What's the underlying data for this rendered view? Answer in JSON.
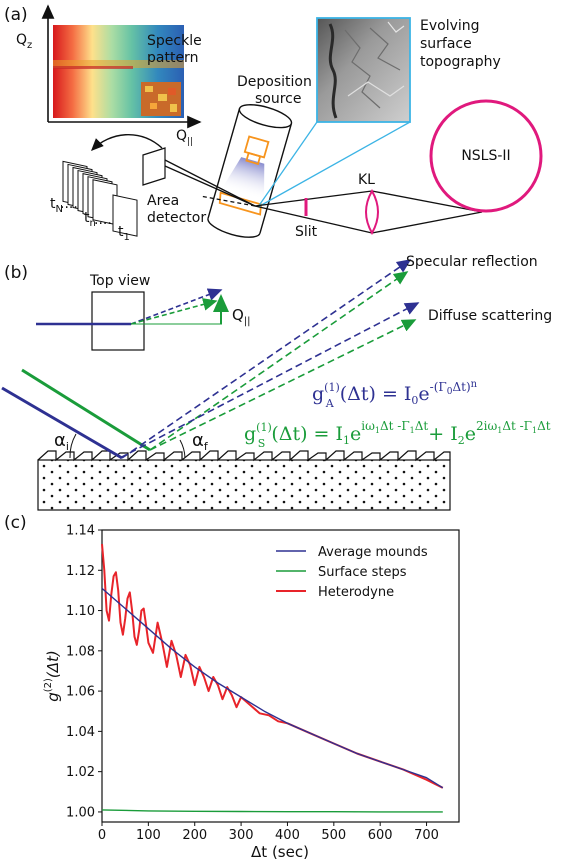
{
  "panel_a": {
    "label": "(a)",
    "axis_q_z": "Q",
    "axis_q_z_sub": "z",
    "axis_q_par": "Q",
    "axis_q_par_sub": "||",
    "speckle_line1": "Speckle",
    "speckle_line2": "pattern",
    "evolving_line1": "Evolving",
    "evolving_line2": "surface",
    "evolving_line3": "topography",
    "deposition_line1": "Deposition",
    "deposition_line2": "source",
    "area_line1": "Area",
    "area_line2": "detector",
    "t_n": "t",
    "t_n_sub": "N",
    "t_mid": "t",
    "t_mid_sub": "n",
    "t_1": "t",
    "t_1_sub": "1",
    "kl": "KL",
    "slit": "Slit",
    "nsls": "NSLS-II"
  },
  "panel_b": {
    "label": "(b)",
    "top_view": "Top view",
    "q_par": "Q",
    "q_par_sub": "||",
    "specular": "Specular reflection",
    "diffuse": "Diffuse scattering",
    "alpha_i": "α",
    "alpha_i_sub": "i",
    "alpha_f": "α",
    "alpha_f_sub": "f",
    "eq_a_lhs": "g",
    "eq_a_sup": "(1)",
    "eq_a_sub": "A",
    "eq_a_arg": "(Δt) = I",
    "eq_a_i0_sub": "0",
    "eq_a_e": "e",
    "eq_a_exp": "-(Γ",
    "eq_a_exp_sub": "0",
    "eq_a_exp2": "Δt)",
    "eq_a_exp_n": "n",
    "eq_s_lhs": "g",
    "eq_s_sup": "(1)",
    "eq_s_sub": "S",
    "eq_s_arg": "(Δt) = I",
    "eq_s_i1_sub": "1",
    "eq_s_e1": "e",
    "eq_s_exp1": "iω",
    "eq_s_exp1_sub": "1",
    "eq_s_exp1b": "Δt -Γ",
    "eq_s_exp1b_sub": "1",
    "eq_s_exp1c": "Δt",
    "eq_s_plus": "+ I",
    "eq_s_i2_sub": "2",
    "eq_s_e2": "e",
    "eq_s_exp2": "2iω",
    "eq_s_exp2_sub": "1",
    "eq_s_exp2b": "Δt -Γ",
    "eq_s_exp2b_sub": "1",
    "eq_s_exp2c": "Δt"
  },
  "panel_c": {
    "label": "(c)"
  },
  "colors": {
    "blue": "#2e3192",
    "green": "#1a9c3a",
    "red": "#e8242a",
    "magenta": "#e0197d",
    "orange": "#f7941d",
    "cyan": "#3cb4e5"
  },
  "chart_data": {
    "type": "line",
    "title": "",
    "xlabel": "Δt (sec)",
    "ylabel": "g",
    "ylabel_sup": "(2)",
    "ylabel_arg": "(Δt)",
    "xlim": [
      0,
      770
    ],
    "ylim": [
      0.995,
      1.14
    ],
    "xticks": [
      0,
      100,
      200,
      300,
      400,
      500,
      600,
      700
    ],
    "yticks": [
      1.0,
      1.02,
      1.04,
      1.06,
      1.08,
      1.1,
      1.12,
      1.14
    ],
    "ytick_labels": [
      "1.00",
      "1.02",
      "1.04",
      "1.06",
      "1.08",
      "1.10",
      "1.12",
      "1.14"
    ],
    "legend_position": "top-right",
    "grid": false,
    "series": [
      {
        "name": "Average mounds",
        "color": "#2e3192",
        "x": [
          0,
          50,
          100,
          150,
          200,
          250,
          300,
          350,
          400,
          450,
          500,
          550,
          600,
          650,
          700,
          735
        ],
        "y": [
          1.111,
          1.101,
          1.091,
          1.081,
          1.072,
          1.064,
          1.057,
          1.05,
          1.044,
          1.039,
          1.034,
          1.029,
          1.025,
          1.021,
          1.017,
          1.012
        ]
      },
      {
        "name": "Surface steps",
        "color": "#1a9c3a",
        "x": [
          0,
          100,
          200,
          300,
          400,
          500,
          600,
          700,
          735
        ],
        "y": [
          1.001,
          1.0005,
          1.0003,
          1.0002,
          1.0001,
          1.0001,
          1.0,
          1.0,
          1.0
        ]
      },
      {
        "name": "Heterodyne",
        "color": "#e8242a",
        "x": [
          0,
          5,
          10,
          15,
          20,
          25,
          30,
          35,
          40,
          45,
          50,
          55,
          60,
          65,
          70,
          75,
          80,
          85,
          90,
          95,
          100,
          110,
          120,
          130,
          140,
          150,
          160,
          170,
          180,
          190,
          200,
          210,
          220,
          230,
          240,
          250,
          260,
          270,
          280,
          290,
          300,
          320,
          340,
          360,
          380,
          400,
          450,
          500,
          550,
          600,
          650,
          700,
          735
        ],
        "y": [
          1.133,
          1.12,
          1.1,
          1.095,
          1.108,
          1.117,
          1.119,
          1.11,
          1.094,
          1.088,
          1.096,
          1.106,
          1.109,
          1.1,
          1.087,
          1.083,
          1.09,
          1.1,
          1.101,
          1.093,
          1.084,
          1.079,
          1.094,
          1.084,
          1.072,
          1.085,
          1.078,
          1.067,
          1.078,
          1.073,
          1.063,
          1.072,
          1.067,
          1.06,
          1.067,
          1.063,
          1.056,
          1.062,
          1.058,
          1.052,
          1.057,
          1.053,
          1.049,
          1.048,
          1.045,
          1.044,
          1.039,
          1.034,
          1.029,
          1.025,
          1.021,
          1.016,
          1.012
        ]
      }
    ]
  }
}
